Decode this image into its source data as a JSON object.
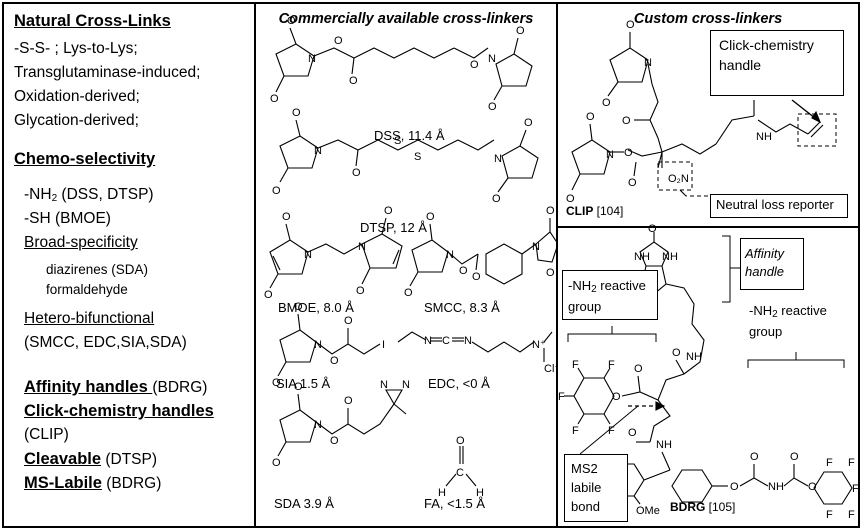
{
  "left_panel": {
    "natural_title": "Natural Cross-Links",
    "natural_items": [
      "-S-S- ; Lys-to-Lys;",
      "Transglutaminase-induced;",
      "Oxidation-derived;",
      "Glycation-derived;"
    ],
    "chemo_title": "Chemo-selectivity",
    "nh2_prefix": "-NH",
    "nh2_sub": "2",
    "nh2_suffix": " (DSS, DTSP)",
    "sh_line": "-SH (BMOE)",
    "broad_title": "Broad-specificity",
    "broad_items": [
      "diazirenes (SDA)",
      "formaldehyde"
    ],
    "hetero_title": "Hetero-bifunctional",
    "hetero_items": "(SMCC, EDC,SIA,SDA)",
    "affinity_label": "Affinity handles ",
    "affinity_ref": "(BDRG)",
    "click_label": "Click-chemistry handles",
    "click_ref": "(CLIP)",
    "cleavable_label": "Cleavable",
    "cleavable_ref": " (DTSP)",
    "mslabile_label": "MS-Labile",
    "mslabile_ref": " (BDRG)"
  },
  "middle_panel": {
    "title": "Commercially available cross-linkers",
    "compounds": [
      {
        "label": "DSS, 11.4 Å"
      },
      {
        "label": "DTSP, 12 Å"
      },
      {
        "label": "BMOE, 8.0 Å"
      },
      {
        "label": "SMCC, 8.3 Å"
      },
      {
        "label": "SIA 1.5 Å"
      },
      {
        "label": "EDC, <0 Å"
      },
      {
        "label": "SDA 3.9 Å"
      },
      {
        "label": "FA, <1.5 Å"
      }
    ]
  },
  "clip_panel": {
    "title": "Custom cross-linkers",
    "click_box": [
      "Click-chemistry",
      "handle"
    ],
    "reporter_box": "Neutral loss reporter",
    "name": "CLIP",
    "ref": " [104]"
  },
  "bdrg_panel": {
    "affinity_box": [
      "Affinity",
      "handle"
    ],
    "nh2_box_left": [
      "-NH",
      "2",
      " reactive",
      "group"
    ],
    "nh2_box_right": [
      "-NH",
      "2",
      " reactive",
      "group"
    ],
    "ms2_box": [
      "MS2",
      "labile",
      "bond"
    ],
    "name": "BDRG",
    "ref": " [105]"
  },
  "atoms": {
    "O": "O",
    "N": "N",
    "S": "S",
    "H": "H",
    "C": "C",
    "I": "I",
    "F": "F",
    "Cl": "Cl",
    "OMe": "OMe",
    "NH": "NH",
    "O2N": "O₂N",
    "NPlus": "N⁺",
    "Cl-": "Cl⁻"
  }
}
